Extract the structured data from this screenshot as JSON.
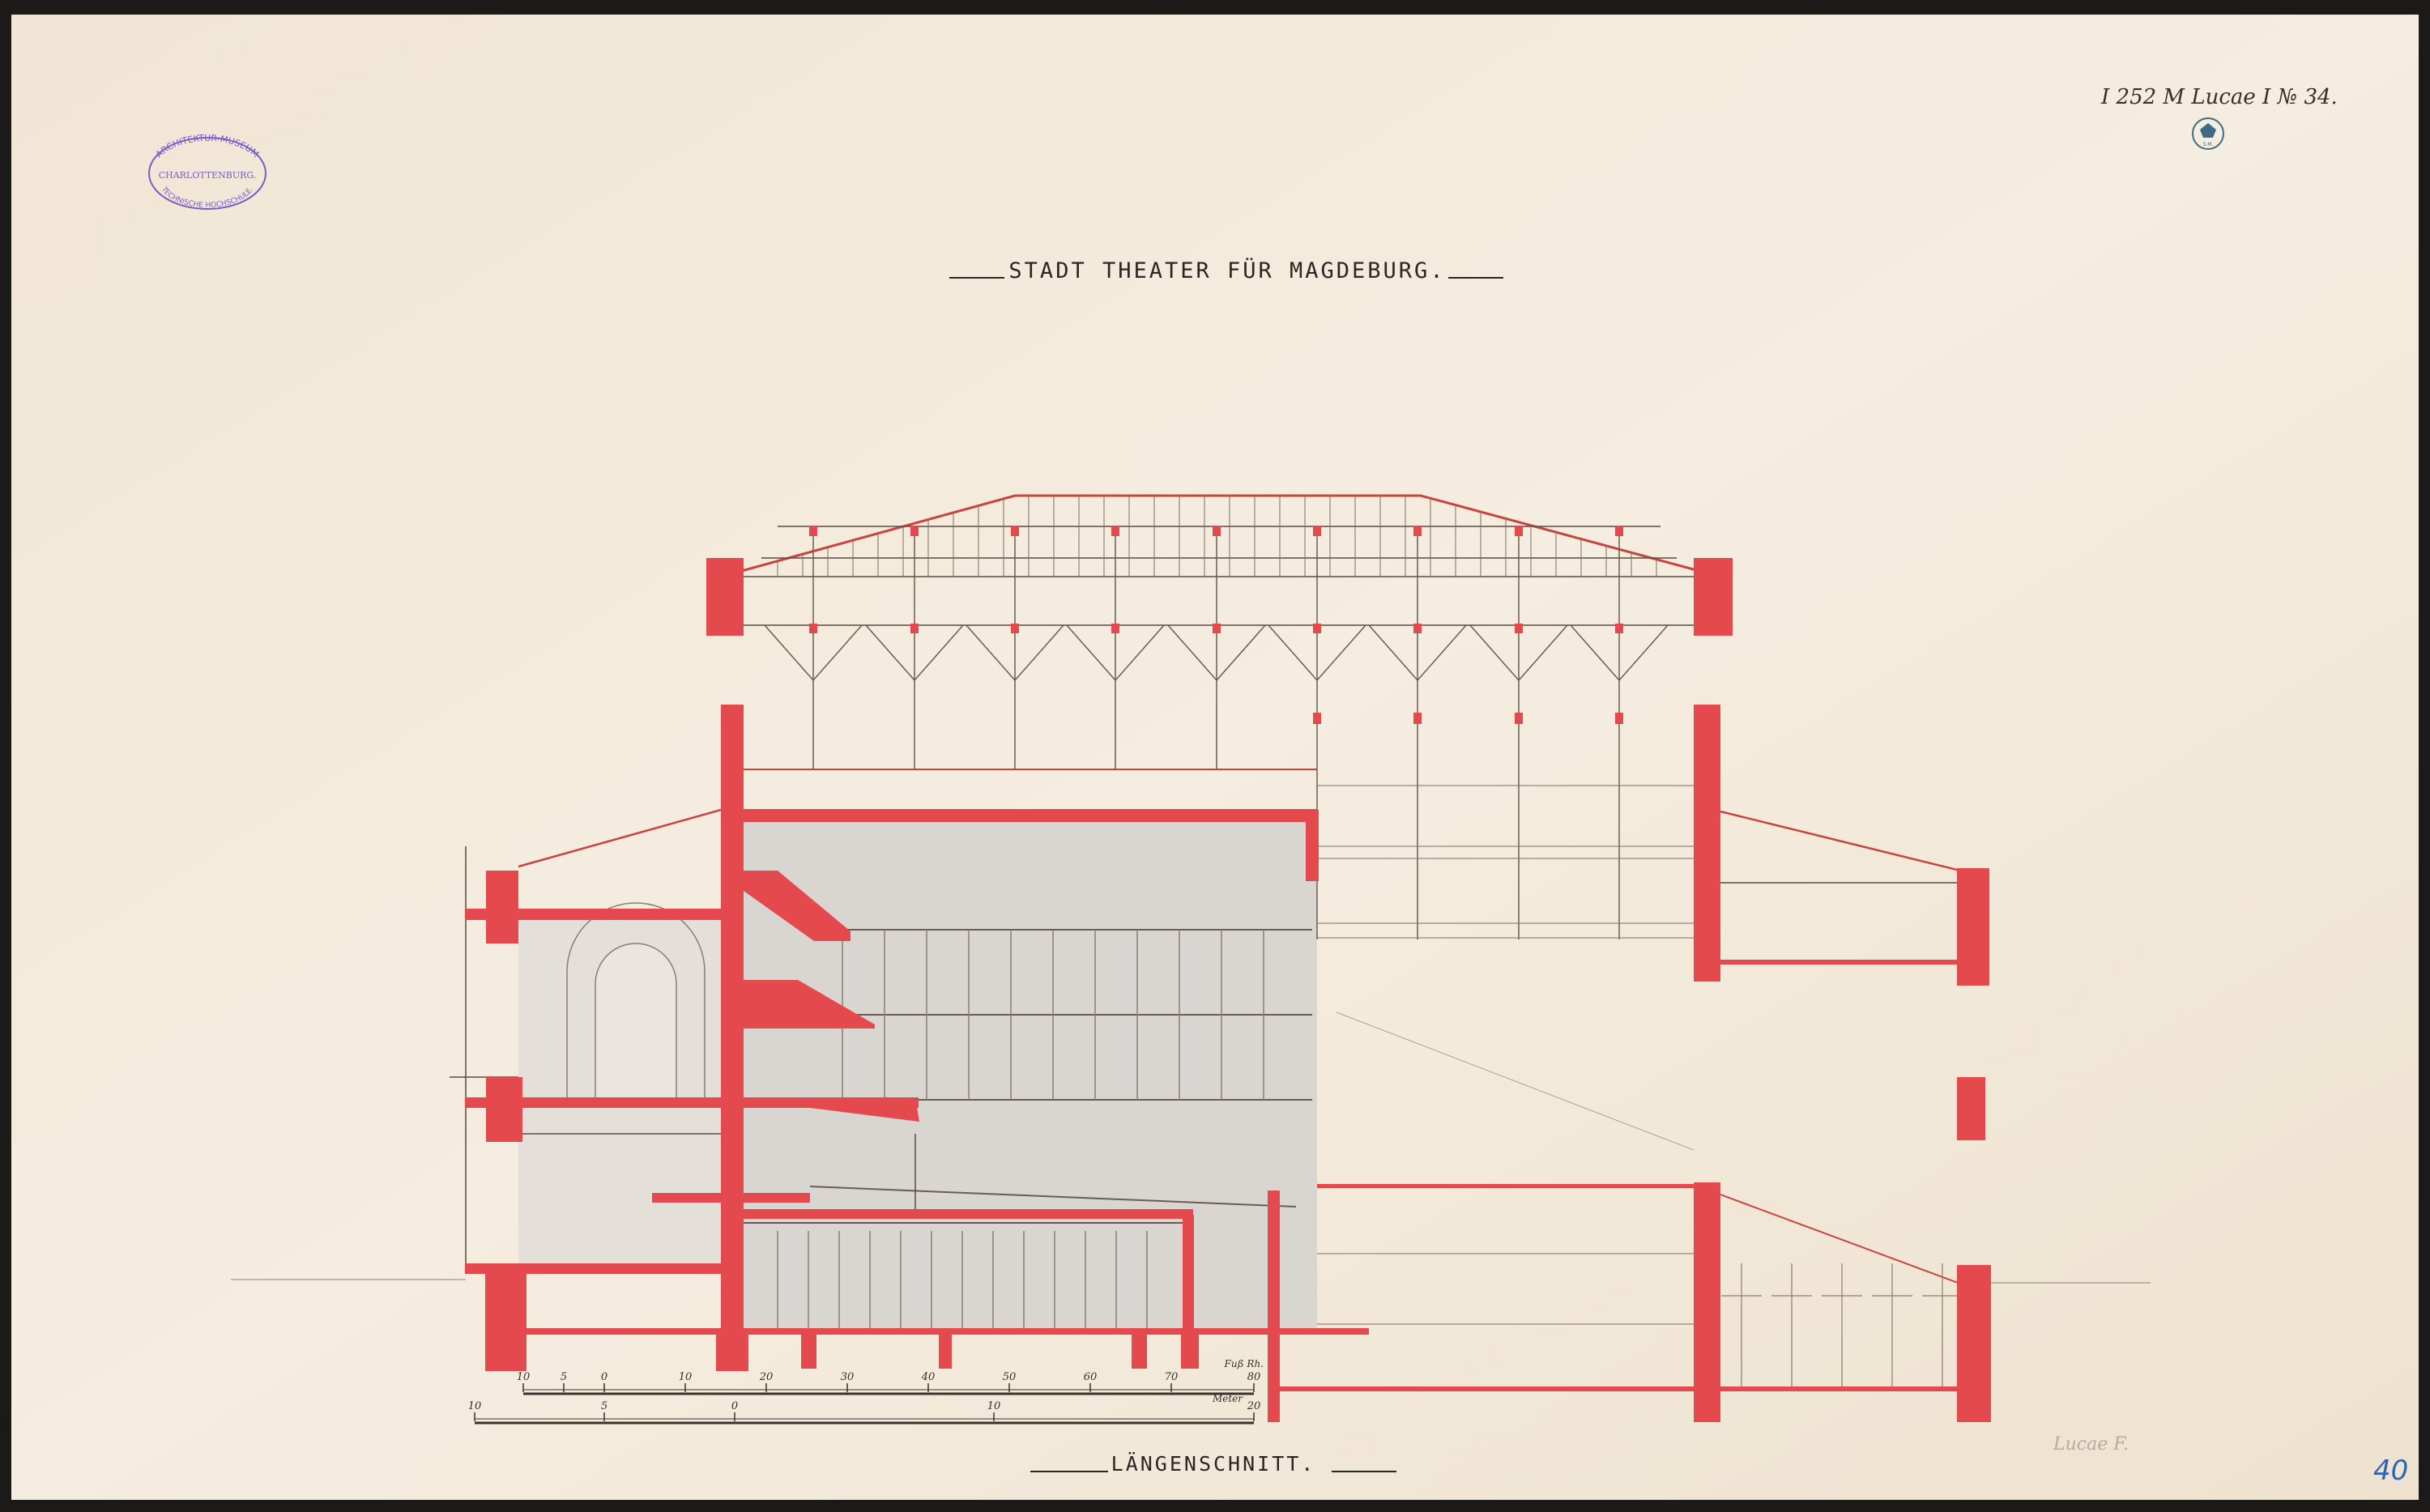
{
  "drawing": {
    "title": "STADT THEATER FÜR MAGDEBURG.",
    "subtitle": "LÄNGENSCHNITT.",
    "inventory_note": "I 252 M Lucae I № 34.",
    "sheet_number": "40",
    "pencil_note": "Lucae F."
  },
  "stamp": {
    "top": "ARCHITEKTUR-MUSEUM",
    "middle": "CHARLOTTENBURG.",
    "bottom": "TECHNISCHE HOCHSCHULE."
  },
  "seal": {
    "letters": "S.M."
  },
  "scales": [
    {
      "unit": "Fuß Rh.",
      "labels": [
        "10",
        "5",
        "0",
        "10",
        "20",
        "30",
        "40",
        "50",
        "60",
        "70",
        "80"
      ]
    },
    {
      "unit": "Meter",
      "labels": [
        "10",
        "5",
        "0",
        "10",
        "20"
      ]
    }
  ],
  "colors": {
    "paper": "#f3eadb",
    "section_red": "#e4494e",
    "ink": "#5a4b42",
    "stamp": "#7a5cc8",
    "seal": "#3d6c86",
    "number": "#2f64b4"
  }
}
